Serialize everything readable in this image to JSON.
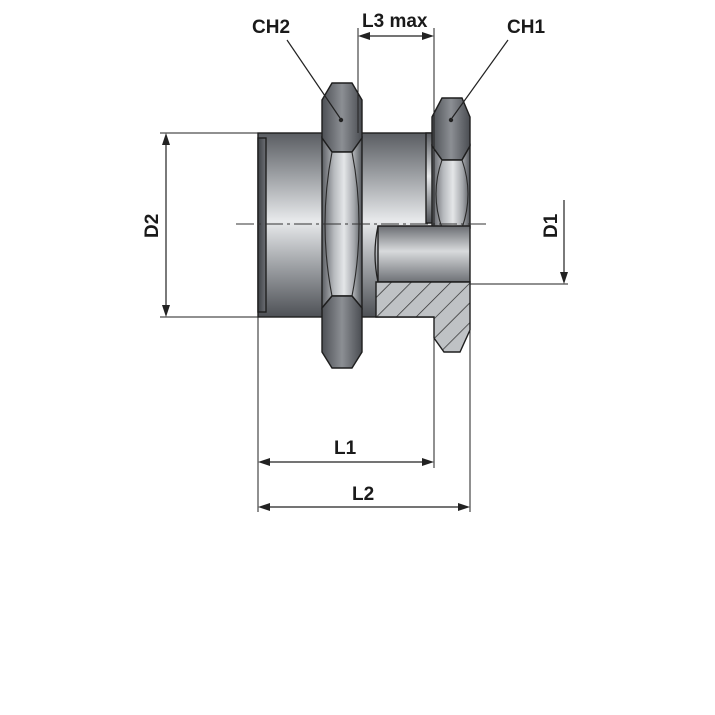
{
  "labels": {
    "ch2": "CH2",
    "l3max": "L3 max",
    "ch1": "CH1",
    "d2": "D2",
    "d1": "D1",
    "l1": "L1",
    "l2": "L2"
  },
  "colors": {
    "steel_dark": "#4a4d52",
    "steel_light": "#e6e8ea",
    "nut_light": "#cfd2d5",
    "line": "#222222",
    "background": "#ffffff"
  }
}
